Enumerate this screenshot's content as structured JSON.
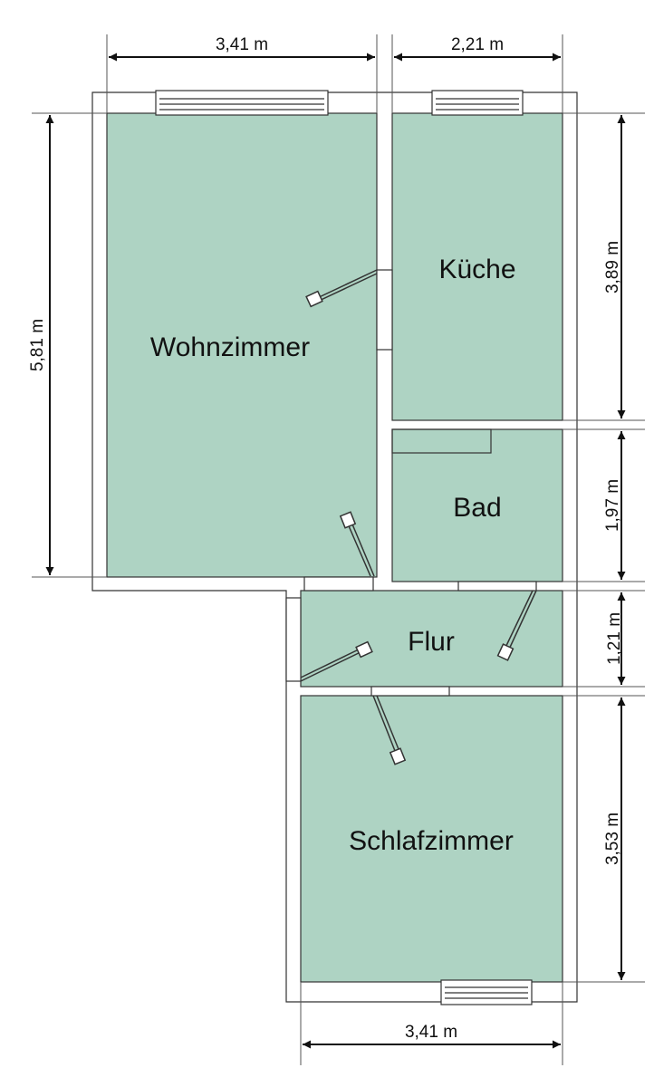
{
  "rooms": {
    "wohnzimmer": "Wohnzimmer",
    "kueche": "Küche",
    "bad": "Bad",
    "flur": "Flur",
    "schlafzimmer": "Schlafzimmer"
  },
  "dimensions": {
    "top_left_width": "3,41 m",
    "top_right_width": "2,21 m",
    "bottom_width": "3,41 m",
    "left_height": "5,81 m",
    "kueche_height": "3,89 m",
    "bad_height": "1,97 m",
    "flur_height": "1,21 m",
    "schlafzimmer_height": "3,53 m"
  },
  "colors": {
    "room_fill": "#aed3c3",
    "wall": "#ffffff",
    "line": "#222222"
  }
}
